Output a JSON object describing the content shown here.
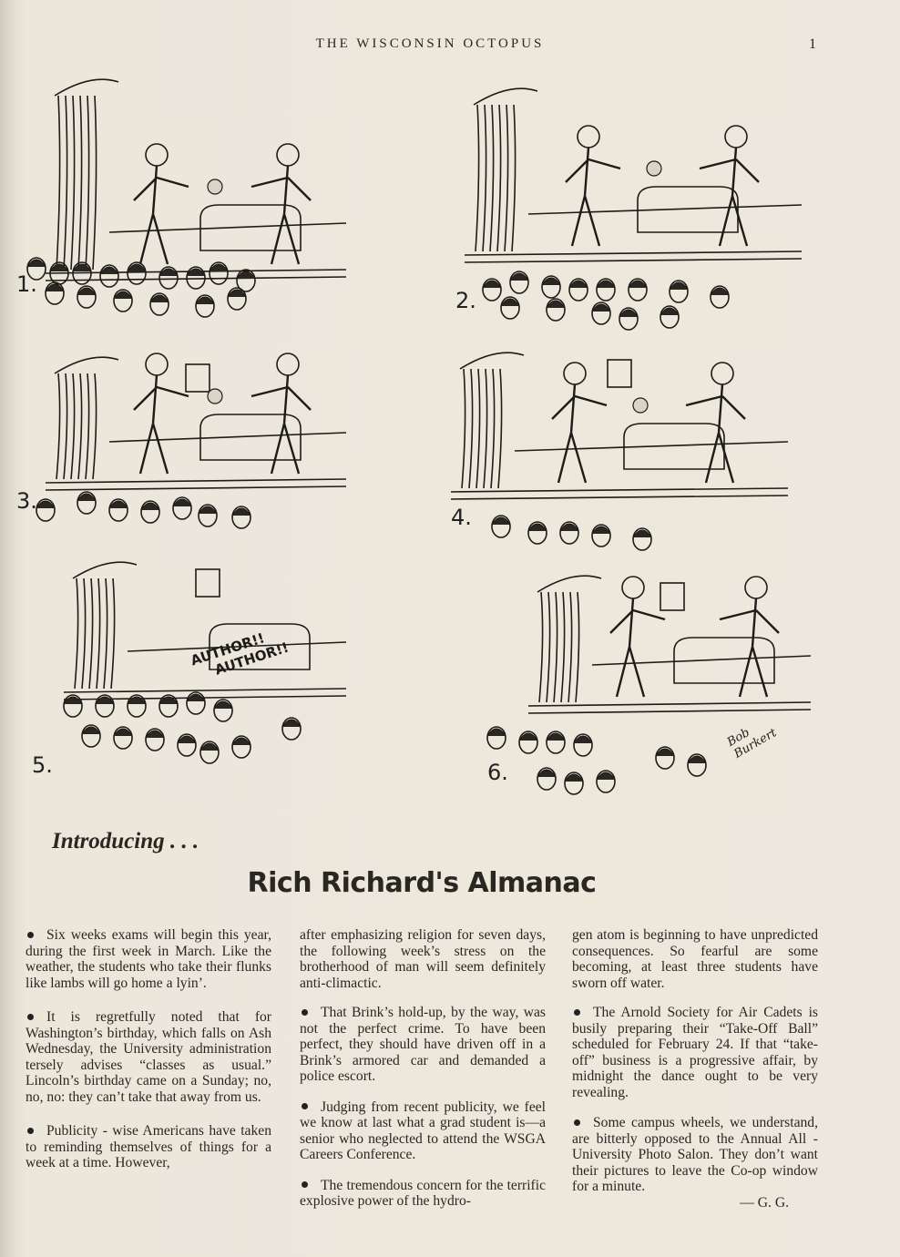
{
  "header": {
    "title": "THE WISCONSIN OCTOPUS",
    "page_number": "1"
  },
  "cartoon": {
    "panels": [
      {
        "number": "1."
      },
      {
        "number": "2."
      },
      {
        "number": "3."
      },
      {
        "number": "4."
      },
      {
        "number": "5.",
        "speech": "AUTHOR!! AUTHOR!!"
      },
      {
        "number": "6.",
        "signature": "Bob Burkert"
      }
    ]
  },
  "article": {
    "kicker": "Introducing . . .",
    "title": "Rich Richard's Almanac",
    "columns": [
      {
        "paragraphs": [
          {
            "bullet": true,
            "text": "Six weeks exams will begin this year, during the first week in March. Like the weather, the students who take their flunks like lambs will go home a lyin’."
          },
          {
            "bullet": true,
            "text": "It is regretfully noted that for Washington’s birthday, which falls on Ash Wednesday, the University ad­ministration tersely advises “classes as usual.” Lincoln’s birthday came on a Sunday; no, no, no: they can’t take that away from us."
          },
          {
            "bullet": true,
            "text": "Publicity - wise Americans have taken to reminding themselves of things for a week at a time. However,"
          }
        ]
      },
      {
        "paragraphs": [
          {
            "bullet": false,
            "text": "after emphasizing religion for seven days, the following week’s stress on the brotherhood of man will seem definitely anti-climactic."
          },
          {
            "bullet": true,
            "text": "That Brink’s hold-up, by the way, was not the perfect crime. To have been perfect, they should have driven off in a Brink’s armored car and de­manded a police escort."
          },
          {
            "bullet": true,
            "text": "Judging from recent publicity, we feel we know at last what a grad student is—a senior who neglected to attend the WSGA Careers Conference."
          },
          {
            "bullet": true,
            "text": "The tremendous concern for the terrific explosive power of the hydro-"
          }
        ]
      },
      {
        "paragraphs": [
          {
            "bullet": false,
            "text": "gen atom is beginning to have unpre­dicted consequences. So fearful are some becoming, at least three stu­dents have sworn off water."
          },
          {
            "bullet": true,
            "text": "The Arnold Society for Air Cad­ets is busily preparing their “Take-Off Ball” scheduled for February 24. If that “take-off” business is a pro­gressive affair, by midnight the dance ought to be very revealing."
          },
          {
            "bullet": true,
            "text": "Some campus wheels, we under­stand, are bitterly opposed to the An­nual All - University Photo Salon. They don’t want their pictures to leave the Co-op window for a minute."
          }
        ],
        "signoff": "— G. G."
      }
    ]
  }
}
